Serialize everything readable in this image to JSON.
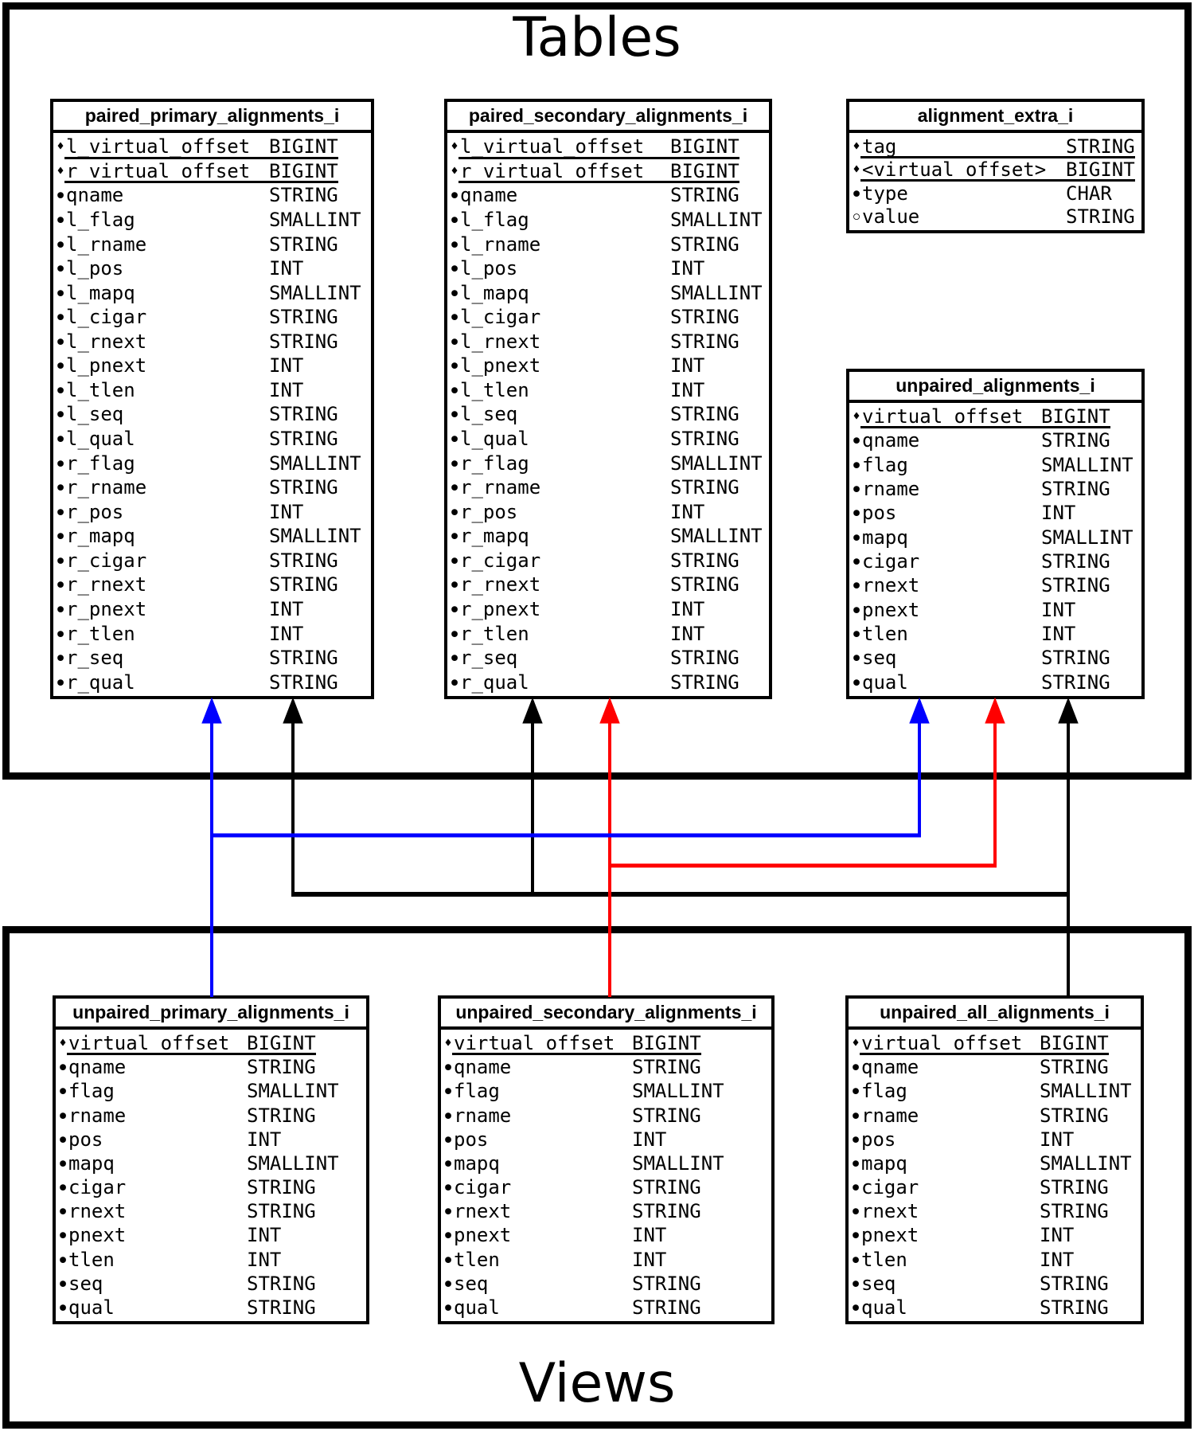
{
  "diagram": {
    "tables_title": "Tables",
    "views_title": "Views"
  },
  "colors": {
    "background": "#ffffff",
    "line_black": "#000000",
    "relation_blue": "#0000ff",
    "relation_red": "#ff0000",
    "relation_black": "#000000"
  },
  "tables": [
    {
      "name": "paired_primary_alignments_i",
      "columns": [
        {
          "bullet": "♦",
          "bullet_kind": "key-diamond",
          "key": true,
          "name": "l_virtual_offset",
          "type": "BIGINT"
        },
        {
          "bullet": "♦",
          "bullet_kind": "key-diamond",
          "key": true,
          "name": "r_virtual_offset",
          "type": "BIGINT"
        },
        {
          "bullet": "●",
          "bullet_kind": "required-dot",
          "key": false,
          "name": "qname",
          "type": "STRING"
        },
        {
          "bullet": "●",
          "bullet_kind": "required-dot",
          "key": false,
          "name": "l_flag",
          "type": "SMALLINT"
        },
        {
          "bullet": "●",
          "bullet_kind": "required-dot",
          "key": false,
          "name": "l_rname",
          "type": "STRING"
        },
        {
          "bullet": "●",
          "bullet_kind": "required-dot",
          "key": false,
          "name": "l_pos",
          "type": "INT"
        },
        {
          "bullet": "●",
          "bullet_kind": "required-dot",
          "key": false,
          "name": "l_mapq",
          "type": "SMALLINT"
        },
        {
          "bullet": "●",
          "bullet_kind": "required-dot",
          "key": false,
          "name": "l_cigar",
          "type": "STRING"
        },
        {
          "bullet": "●",
          "bullet_kind": "required-dot",
          "key": false,
          "name": "l_rnext",
          "type": "STRING"
        },
        {
          "bullet": "●",
          "bullet_kind": "required-dot",
          "key": false,
          "name": "l_pnext",
          "type": "INT"
        },
        {
          "bullet": "●",
          "bullet_kind": "required-dot",
          "key": false,
          "name": "l_tlen",
          "type": "INT"
        },
        {
          "bullet": "●",
          "bullet_kind": "required-dot",
          "key": false,
          "name": "l_seq",
          "type": "STRING"
        },
        {
          "bullet": "●",
          "bullet_kind": "required-dot",
          "key": false,
          "name": "l_qual",
          "type": "STRING"
        },
        {
          "bullet": "●",
          "bullet_kind": "required-dot",
          "key": false,
          "name": "r_flag",
          "type": "SMALLINT"
        },
        {
          "bullet": "●",
          "bullet_kind": "required-dot",
          "key": false,
          "name": "r_rname",
          "type": "STRING"
        },
        {
          "bullet": "●",
          "bullet_kind": "required-dot",
          "key": false,
          "name": "r_pos",
          "type": "INT"
        },
        {
          "bullet": "●",
          "bullet_kind": "required-dot",
          "key": false,
          "name": "r_mapq",
          "type": "SMALLINT"
        },
        {
          "bullet": "●",
          "bullet_kind": "required-dot",
          "key": false,
          "name": "r_cigar",
          "type": "STRING"
        },
        {
          "bullet": "●",
          "bullet_kind": "required-dot",
          "key": false,
          "name": "r_rnext",
          "type": "STRING"
        },
        {
          "bullet": "●",
          "bullet_kind": "required-dot",
          "key": false,
          "name": "r_pnext",
          "type": "INT"
        },
        {
          "bullet": "●",
          "bullet_kind": "required-dot",
          "key": false,
          "name": "r_tlen",
          "type": "INT"
        },
        {
          "bullet": "●",
          "bullet_kind": "required-dot",
          "key": false,
          "name": "r_seq",
          "type": "STRING"
        },
        {
          "bullet": "●",
          "bullet_kind": "required-dot",
          "key": false,
          "name": "r_qual",
          "type": "STRING"
        }
      ]
    },
    {
      "name": "paired_secondary_alignments_i",
      "columns": [
        {
          "bullet": "♦",
          "bullet_kind": "key-diamond",
          "key": true,
          "name": "l_virtual_offset",
          "type": "BIGINT"
        },
        {
          "bullet": "♦",
          "bullet_kind": "key-diamond",
          "key": true,
          "name": "r_virtual_offset",
          "type": "BIGINT"
        },
        {
          "bullet": "●",
          "bullet_kind": "required-dot",
          "key": false,
          "name": "qname",
          "type": "STRING"
        },
        {
          "bullet": "●",
          "bullet_kind": "required-dot",
          "key": false,
          "name": "l_flag",
          "type": "SMALLINT"
        },
        {
          "bullet": "●",
          "bullet_kind": "required-dot",
          "key": false,
          "name": "l_rname",
          "type": "STRING"
        },
        {
          "bullet": "●",
          "bullet_kind": "required-dot",
          "key": false,
          "name": "l_pos",
          "type": "INT"
        },
        {
          "bullet": "●",
          "bullet_kind": "required-dot",
          "key": false,
          "name": "l_mapq",
          "type": "SMALLINT"
        },
        {
          "bullet": "●",
          "bullet_kind": "required-dot",
          "key": false,
          "name": "l_cigar",
          "type": "STRING"
        },
        {
          "bullet": "●",
          "bullet_kind": "required-dot",
          "key": false,
          "name": "l_rnext",
          "type": "STRING"
        },
        {
          "bullet": "●",
          "bullet_kind": "required-dot",
          "key": false,
          "name": "l_pnext",
          "type": "INT"
        },
        {
          "bullet": "●",
          "bullet_kind": "required-dot",
          "key": false,
          "name": "l_tlen",
          "type": "INT"
        },
        {
          "bullet": "●",
          "bullet_kind": "required-dot",
          "key": false,
          "name": "l_seq",
          "type": "STRING"
        },
        {
          "bullet": "●",
          "bullet_kind": "required-dot",
          "key": false,
          "name": "l_qual",
          "type": "STRING"
        },
        {
          "bullet": "●",
          "bullet_kind": "required-dot",
          "key": false,
          "name": "r_flag",
          "type": "SMALLINT"
        },
        {
          "bullet": "●",
          "bullet_kind": "required-dot",
          "key": false,
          "name": "r_rname",
          "type": "STRING"
        },
        {
          "bullet": "●",
          "bullet_kind": "required-dot",
          "key": false,
          "name": "r_pos",
          "type": "INT"
        },
        {
          "bullet": "●",
          "bullet_kind": "required-dot",
          "key": false,
          "name": "r_mapq",
          "type": "SMALLINT"
        },
        {
          "bullet": "●",
          "bullet_kind": "required-dot",
          "key": false,
          "name": "r_cigar",
          "type": "STRING"
        },
        {
          "bullet": "●",
          "bullet_kind": "required-dot",
          "key": false,
          "name": "r_rnext",
          "type": "STRING"
        },
        {
          "bullet": "●",
          "bullet_kind": "required-dot",
          "key": false,
          "name": "r_pnext",
          "type": "INT"
        },
        {
          "bullet": "●",
          "bullet_kind": "required-dot",
          "key": false,
          "name": "r_tlen",
          "type": "INT"
        },
        {
          "bullet": "●",
          "bullet_kind": "required-dot",
          "key": false,
          "name": "r_seq",
          "type": "STRING"
        },
        {
          "bullet": "●",
          "bullet_kind": "required-dot",
          "key": false,
          "name": "r_qual",
          "type": "STRING"
        }
      ]
    },
    {
      "name": "alignment_extra_i",
      "columns": [
        {
          "bullet": "♦",
          "bullet_kind": "key-diamond",
          "key": true,
          "name": "tag",
          "type": "STRING"
        },
        {
          "bullet": "♦",
          "bullet_kind": "key-diamond",
          "key": true,
          "name": "<virtual_offset>",
          "type": "BIGINT"
        },
        {
          "bullet": "●",
          "bullet_kind": "required-dot",
          "key": false,
          "name": "type",
          "type": "CHAR"
        },
        {
          "bullet": "○",
          "bullet_kind": "nullable-circle",
          "key": false,
          "name": "value",
          "type": "STRING"
        }
      ]
    },
    {
      "name": "unpaired_alignments_i",
      "columns": [
        {
          "bullet": "♦",
          "bullet_kind": "key-diamond",
          "key": true,
          "name": "virtual_offset",
          "type": "BIGINT"
        },
        {
          "bullet": "●",
          "bullet_kind": "required-dot",
          "key": false,
          "name": "qname",
          "type": "STRING"
        },
        {
          "bullet": "●",
          "bullet_kind": "required-dot",
          "key": false,
          "name": "flag",
          "type": "SMALLINT"
        },
        {
          "bullet": "●",
          "bullet_kind": "required-dot",
          "key": false,
          "name": "rname",
          "type": "STRING"
        },
        {
          "bullet": "●",
          "bullet_kind": "required-dot",
          "key": false,
          "name": "pos",
          "type": "INT"
        },
        {
          "bullet": "●",
          "bullet_kind": "required-dot",
          "key": false,
          "name": "mapq",
          "type": "SMALLINT"
        },
        {
          "bullet": "●",
          "bullet_kind": "required-dot",
          "key": false,
          "name": "cigar",
          "type": "STRING"
        },
        {
          "bullet": "●",
          "bullet_kind": "required-dot",
          "key": false,
          "name": "rnext",
          "type": "STRING"
        },
        {
          "bullet": "●",
          "bullet_kind": "required-dot",
          "key": false,
          "name": "pnext",
          "type": "INT"
        },
        {
          "bullet": "●",
          "bullet_kind": "required-dot",
          "key": false,
          "name": "tlen",
          "type": "INT"
        },
        {
          "bullet": "●",
          "bullet_kind": "required-dot",
          "key": false,
          "name": "seq",
          "type": "STRING"
        },
        {
          "bullet": "●",
          "bullet_kind": "required-dot",
          "key": false,
          "name": "qual",
          "type": "STRING"
        }
      ]
    }
  ],
  "views": [
    {
      "name": "unpaired_primary_alignments_i",
      "columns": [
        {
          "bullet": "♦",
          "bullet_kind": "key-diamond",
          "key": true,
          "name": "virtual_offset",
          "type": "BIGINT"
        },
        {
          "bullet": "●",
          "bullet_kind": "required-dot",
          "key": false,
          "name": "qname",
          "type": "STRING"
        },
        {
          "bullet": "●",
          "bullet_kind": "required-dot",
          "key": false,
          "name": "flag",
          "type": "SMALLINT"
        },
        {
          "bullet": "●",
          "bullet_kind": "required-dot",
          "key": false,
          "name": "rname",
          "type": "STRING"
        },
        {
          "bullet": "●",
          "bullet_kind": "required-dot",
          "key": false,
          "name": "pos",
          "type": "INT"
        },
        {
          "bullet": "●",
          "bullet_kind": "required-dot",
          "key": false,
          "name": "mapq",
          "type": "SMALLINT"
        },
        {
          "bullet": "●",
          "bullet_kind": "required-dot",
          "key": false,
          "name": "cigar",
          "type": "STRING"
        },
        {
          "bullet": "●",
          "bullet_kind": "required-dot",
          "key": false,
          "name": "rnext",
          "type": "STRING"
        },
        {
          "bullet": "●",
          "bullet_kind": "required-dot",
          "key": false,
          "name": "pnext",
          "type": "INT"
        },
        {
          "bullet": "●",
          "bullet_kind": "required-dot",
          "key": false,
          "name": "tlen",
          "type": "INT"
        },
        {
          "bullet": "●",
          "bullet_kind": "required-dot",
          "key": false,
          "name": "seq",
          "type": "STRING"
        },
        {
          "bullet": "●",
          "bullet_kind": "required-dot",
          "key": false,
          "name": "qual",
          "type": "STRING"
        }
      ]
    },
    {
      "name": "unpaired_secondary_alignments_i",
      "columns": [
        {
          "bullet": "♦",
          "bullet_kind": "key-diamond",
          "key": true,
          "name": "virtual_offset",
          "type": "BIGINT"
        },
        {
          "bullet": "●",
          "bullet_kind": "required-dot",
          "key": false,
          "name": "qname",
          "type": "STRING"
        },
        {
          "bullet": "●",
          "bullet_kind": "required-dot",
          "key": false,
          "name": "flag",
          "type": "SMALLINT"
        },
        {
          "bullet": "●",
          "bullet_kind": "required-dot",
          "key": false,
          "name": "rname",
          "type": "STRING"
        },
        {
          "bullet": "●",
          "bullet_kind": "required-dot",
          "key": false,
          "name": "pos",
          "type": "INT"
        },
        {
          "bullet": "●",
          "bullet_kind": "required-dot",
          "key": false,
          "name": "mapq",
          "type": "SMALLINT"
        },
        {
          "bullet": "●",
          "bullet_kind": "required-dot",
          "key": false,
          "name": "cigar",
          "type": "STRING"
        },
        {
          "bullet": "●",
          "bullet_kind": "required-dot",
          "key": false,
          "name": "rnext",
          "type": "STRING"
        },
        {
          "bullet": "●",
          "bullet_kind": "required-dot",
          "key": false,
          "name": "pnext",
          "type": "INT"
        },
        {
          "bullet": "●",
          "bullet_kind": "required-dot",
          "key": false,
          "name": "tlen",
          "type": "INT"
        },
        {
          "bullet": "●",
          "bullet_kind": "required-dot",
          "key": false,
          "name": "seq",
          "type": "STRING"
        },
        {
          "bullet": "●",
          "bullet_kind": "required-dot",
          "key": false,
          "name": "qual",
          "type": "STRING"
        }
      ]
    },
    {
      "name": "unpaired_all_alignments_i",
      "columns": [
        {
          "bullet": "♦",
          "bullet_kind": "key-diamond",
          "key": true,
          "name": "virtual_offset",
          "type": "BIGINT"
        },
        {
          "bullet": "●",
          "bullet_kind": "required-dot",
          "key": false,
          "name": "qname",
          "type": "STRING"
        },
        {
          "bullet": "●",
          "bullet_kind": "required-dot",
          "key": false,
          "name": "flag",
          "type": "SMALLINT"
        },
        {
          "bullet": "●",
          "bullet_kind": "required-dot",
          "key": false,
          "name": "rname",
          "type": "STRING"
        },
        {
          "bullet": "●",
          "bullet_kind": "required-dot",
          "key": false,
          "name": "pos",
          "type": "INT"
        },
        {
          "bullet": "●",
          "bullet_kind": "required-dot",
          "key": false,
          "name": "mapq",
          "type": "SMALLINT"
        },
        {
          "bullet": "●",
          "bullet_kind": "required-dot",
          "key": false,
          "name": "cigar",
          "type": "STRING"
        },
        {
          "bullet": "●",
          "bullet_kind": "required-dot",
          "key": false,
          "name": "rnext",
          "type": "STRING"
        },
        {
          "bullet": "●",
          "bullet_kind": "required-dot",
          "key": false,
          "name": "pnext",
          "type": "INT"
        },
        {
          "bullet": "●",
          "bullet_kind": "required-dot",
          "key": false,
          "name": "tlen",
          "type": "INT"
        },
        {
          "bullet": "●",
          "bullet_kind": "required-dot",
          "key": false,
          "name": "seq",
          "type": "STRING"
        },
        {
          "bullet": "●",
          "bullet_kind": "required-dot",
          "key": false,
          "name": "qual",
          "type": "STRING"
        }
      ]
    }
  ],
  "relations": [
    {
      "color": "#0000ff",
      "from_view": "unpaired_primary_alignments_i",
      "to_tables": [
        "paired_primary_alignments_i",
        "unpaired_alignments_i"
      ]
    },
    {
      "color": "#ff0000",
      "from_view": "unpaired_secondary_alignments_i",
      "to_tables": [
        "paired_secondary_alignments_i",
        "unpaired_alignments_i"
      ]
    },
    {
      "color": "#000000",
      "from_view": "unpaired_all_alignments_i",
      "to_tables": [
        "paired_primary_alignments_i",
        "paired_secondary_alignments_i",
        "unpaired_alignments_i"
      ]
    }
  ]
}
